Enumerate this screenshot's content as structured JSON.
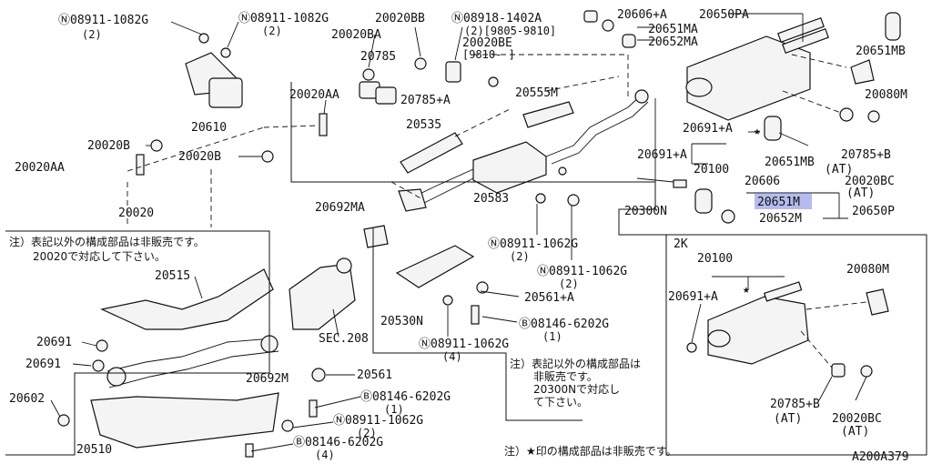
{
  "labels": {
    "n08911_1082g_a": "Ⓝ08911-1082G",
    "n08911_1082g_a_qty": "(2)",
    "n08911_1082g_b": "Ⓝ08911-1082G",
    "n08911_1082g_b_qty": "(2)",
    "p20020bb": "20020BB",
    "n08918_1402a": "Ⓝ08918-1402A",
    "n08918_1402a_qty": "(2)[9805-9810]",
    "p20020be": "20020BE",
    "p20020be_date": "[9810-    ]",
    "p20606a": "20606+A",
    "p20650pa": "20650PA",
    "p20651ma": "20651MA",
    "p20652ma": "20652MA",
    "p20651mb_top": "20651MB",
    "p20020ba": "20020BA",
    "p20785": "20785",
    "p20785a": "20785+A",
    "p20555m": "20555M",
    "p20080m_top": "20080M",
    "p20020aa": "20020AA",
    "p20610": "20610",
    "p20535": "20535",
    "p20691a_top": "20691+A",
    "p20691a_mid": "20691+A",
    "p20100_top": "20100",
    "p20651mb_mid": "20651MB",
    "p20785b_top": "20785+B",
    "at1": "(AT)",
    "p20020bc_top": "20020BC",
    "at2": "(AT)",
    "p20020b_a": "20020B",
    "p20020b_b": "20020B",
    "p20020aa_b": "20020AA",
    "p20606": "20606",
    "p20583": "20583",
    "p20300n": "20300N",
    "p20651m": "20651M",
    "p20652m": "20652M",
    "p20650p": "20650P",
    "p20692ma": "20692MA",
    "p20020": "20020",
    "note1_line1": "注）表記以外の構成部品は非販売です。",
    "note1_line2": "20020で対応して下さい。",
    "p20515": "20515",
    "n08911_1062g_a": "Ⓝ08911-1062G",
    "n08911_1062g_a_qty": "(2)",
    "n08911_1062g_b": "Ⓝ08911-1062G",
    "n08911_1062g_b_qty": "(2)",
    "p20561a": "20561+A",
    "p20530n": "20530N",
    "b08146_6202g_a": "Ⓑ08146-6202G",
    "b08146_6202g_a_qty": "(1)",
    "sec208": "SEC.208",
    "n08911_1062g_c": "Ⓝ08911-1062G",
    "n08911_1062g_c_qty": "(4)",
    "p20691_a": "20691",
    "p20691_b": "20691",
    "p20692m": "20692M",
    "p20561": "20561",
    "p20602": "20602",
    "b08146_6202g_b": "Ⓑ08146-6202G",
    "b08146_6202g_b_qty": "(1)",
    "n08911_1062g_d": "Ⓝ08911-1062G",
    "n08911_1062g_d_qty": "(2)",
    "b08146_6202g_c": "Ⓑ08146-6202G",
    "b08146_6202g_c_qty": "(4)",
    "p20510": "20510",
    "note2_line1": "注）表記以外の構成部品は",
    "note2_line2": "非販売です。",
    "note2_line3": "20300Nで対応し",
    "note2_line4": "て下さい。",
    "note3": "注）★印の構成部品は非販売です。",
    "k2": "2K",
    "k2_20100": "20100",
    "k2_20080m": "20080M",
    "k2_20691a": "20691+A",
    "k2_20785b": "20785+B",
    "k2_at1": "(AT)",
    "k2_20020bc": "20020BC",
    "k2_at2": "(AT)",
    "code": "A200A379"
  }
}
